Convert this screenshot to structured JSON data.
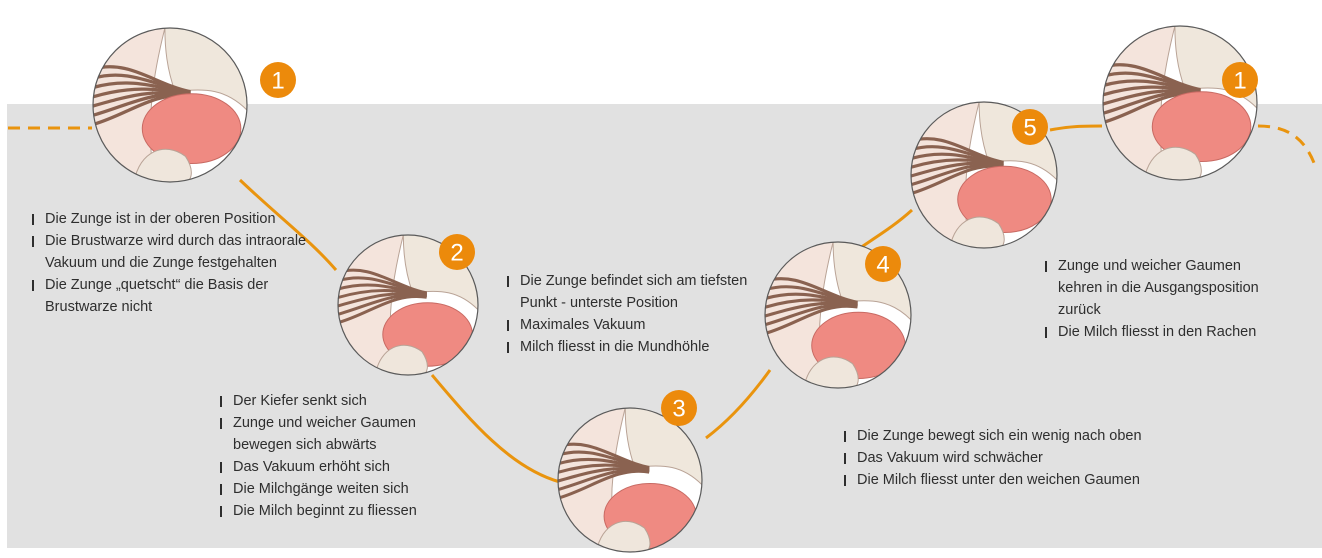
{
  "colors": {
    "band": "#e1e1e1",
    "path": "#e9940e",
    "badge": "#ec8a0b",
    "tongue": "#ef8a82",
    "tissue": "#f4e4dc",
    "duct": "#8a6250",
    "text": "#2e2e2e"
  },
  "stages": [
    {
      "number": "1",
      "points": [
        "Die Zunge ist in der oberen Position",
        "Die Brustwarze wird durch das intraorale Vakuum und die Zunge festgehalten",
        "Die Zunge „quetscht“ die Basis der Brustwarze nicht"
      ]
    },
    {
      "number": "2",
      "points": [
        "Der Kiefer senkt sich",
        "Zunge und weicher Gaumen bewegen sich abwärts",
        "Das Vakuum erhöht sich",
        "Die Milchgänge weiten sich",
        "Die Milch beginnt zu fliessen"
      ]
    },
    {
      "number": "3",
      "points": [
        "Die Zunge befindet sich am tiefsten Punkt - unterste Position",
        "Maximales Vakuum",
        "Milch fliesst in die Mundhöhle"
      ]
    },
    {
      "number": "4",
      "points": [
        "Die Zunge bewegt sich ein wenig nach oben",
        "Das Vakuum wird schwächer",
        "Die Milch fliesst unter den weichen Gaumen"
      ]
    },
    {
      "number": "5",
      "points": [
        "Zunge und weicher Gaumen kehren in die Ausgangsposition zurück",
        "Die Milch fliesst in den Rachen"
      ]
    },
    {
      "number": "1",
      "points": []
    }
  ]
}
